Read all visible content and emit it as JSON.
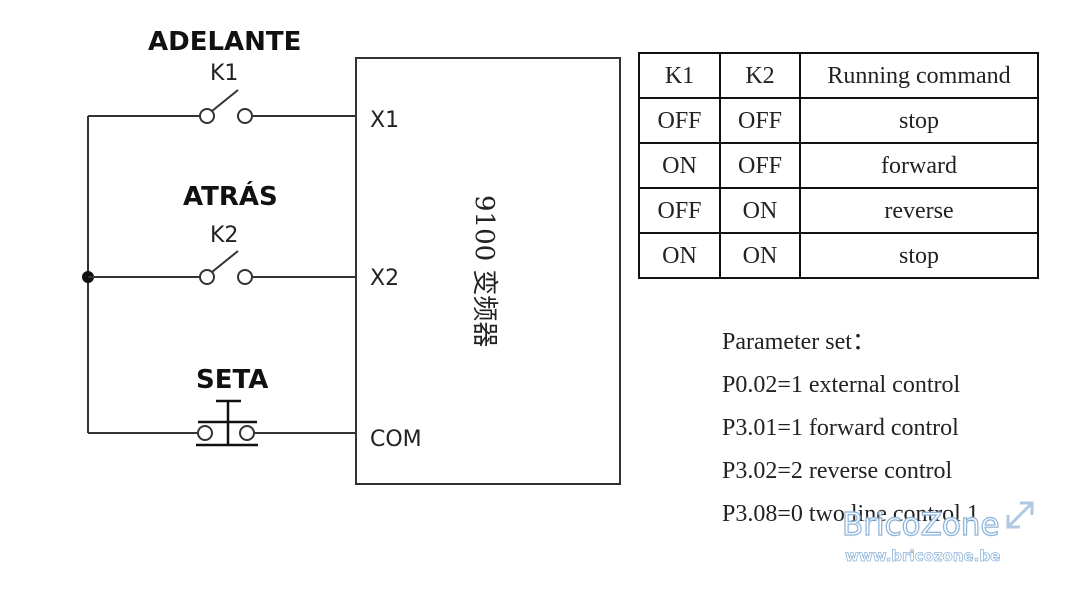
{
  "circuit": {
    "switches": [
      {
        "label": "ADELANTE",
        "key": "K1",
        "terminal": "X1"
      },
      {
        "label": "ATRÁS",
        "key": "K2",
        "terminal": "X2"
      },
      {
        "label": "SETA",
        "terminal": "COM"
      }
    ],
    "box_label": "9100 变频器"
  },
  "table": {
    "headers": [
      "K1",
      "K2",
      "Running command"
    ],
    "rows": [
      [
        "OFF",
        "OFF",
        "stop"
      ],
      [
        "ON",
        "OFF",
        "forward"
      ],
      [
        "OFF",
        "ON",
        "reverse"
      ],
      [
        "ON",
        "ON",
        "stop"
      ]
    ]
  },
  "parameters": {
    "title": "Parameter set：",
    "lines": [
      "P0.02=1 external control",
      "P3.01=1 forward control",
      "P3.02=2 reverse control",
      "P3.08=0 two line control 1"
    ]
  },
  "watermark": {
    "brand": "BricoZone",
    "url": "www.bricozone.be",
    "color": "#8fb4da"
  }
}
